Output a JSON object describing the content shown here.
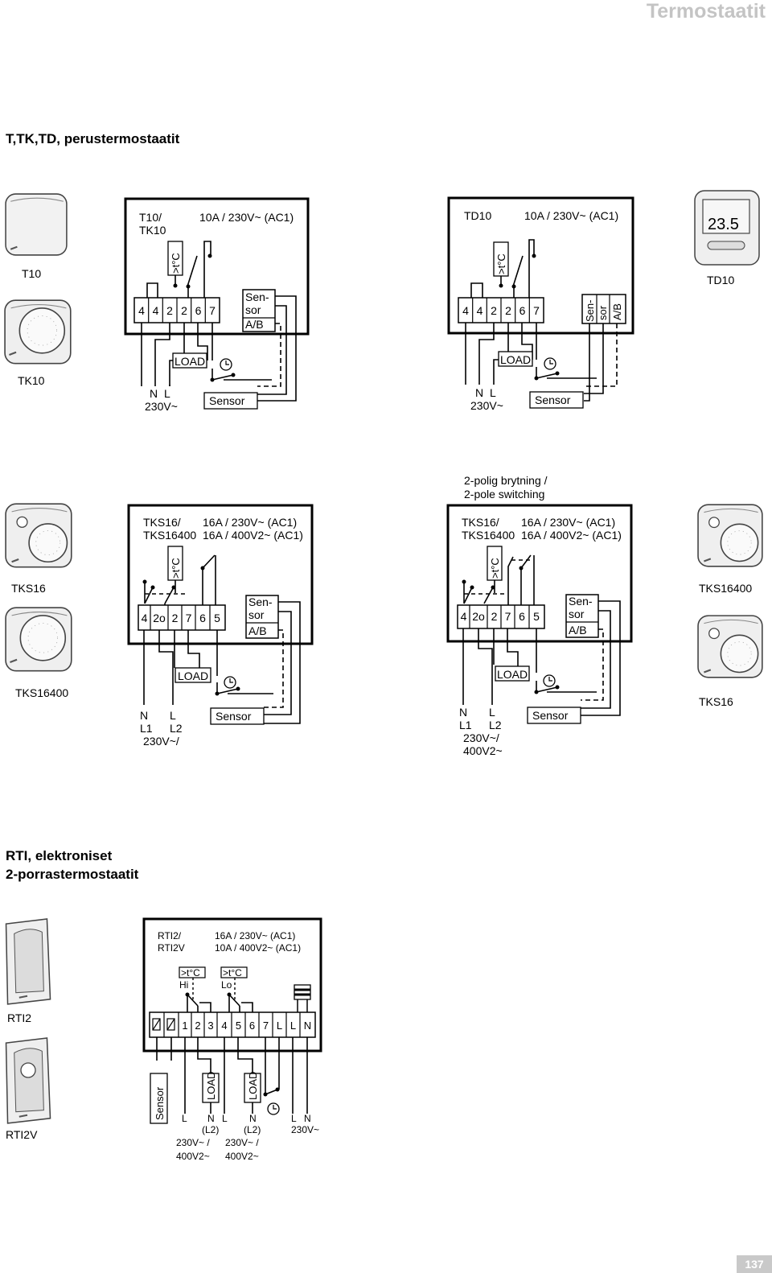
{
  "header": {
    "title": "Termostaatit"
  },
  "sections": {
    "basic": {
      "title": "T,TK,TD, perustermostaatit"
    },
    "rti": {
      "title_line1": "RTI, elektroniset",
      "title_line2": "2-porrastermostaatit"
    }
  },
  "common": {
    "t_symbol": ">t°C",
    "load": "LOAD",
    "sensor": "Sensor",
    "sen": "Sen-",
    "sor": "sor",
    "ab": "A/B",
    "n": "N",
    "l": "L",
    "l1": "L1",
    "l2": "L2",
    "v230": "230V~",
    "v230_slash": "230V~/",
    "v400": "400V2~"
  },
  "d1": {
    "model_line1": "T10/",
    "model_line2": "TK10",
    "rating": "10A / 230V~ (AC1)",
    "terminals": [
      "4",
      "4",
      "2",
      "2",
      "6",
      "7"
    ],
    "label_top": "T10",
    "label_bottom": "TK10"
  },
  "d2": {
    "model": "TD10",
    "rating": "10A / 230V~ (AC1)",
    "terminals": [
      "4",
      "4",
      "2",
      "2",
      "6",
      "7"
    ],
    "label": "TD10",
    "display": "23.5"
  },
  "d3": {
    "model_line1": "TKS16/",
    "model_line2": "TKS16400",
    "rating_line1": "16A / 230V~ (AC1)",
    "rating_line2": "16A / 400V2~ (AC1)",
    "terminals": [
      "4",
      "2o",
      "2",
      "7",
      "6",
      "5"
    ],
    "label_top": "TKS16",
    "label_bottom": "TKS16400"
  },
  "d4": {
    "note_line1": "2-polig brytning /",
    "note_line2": "2-pole switching",
    "model_line1": "TKS16/",
    "model_line2": "TKS16400",
    "rating_line1": "16A / 230V~ (AC1)",
    "rating_line2": "16A / 400V2~ (AC1)",
    "terminals": [
      "4",
      "2o",
      "2",
      "7",
      "6",
      "5"
    ],
    "label_top": "TKS16400",
    "label_bottom": "TKS16"
  },
  "d5": {
    "model_line1": "RTI2/",
    "model_line2": "RTI2V",
    "rating_line1": "16A / 230V~ (AC1)",
    "rating_line2": "10A / 400V2~ (AC1)",
    "hi": "Hi",
    "lo": "Lo",
    "t_symbol": ">t°C",
    "terminals": [
      "1",
      "2",
      "3",
      "4",
      "5",
      "6",
      "7",
      "L",
      "L",
      "N"
    ],
    "bottom_l": "L",
    "bottom_n": "N",
    "n_l2": "(L2)",
    "v230_slash": "230V~ /",
    "v400": "400V2~",
    "v230": "230V~",
    "label_top": "RTI2",
    "label_bottom": "RTI2V"
  },
  "footer": {
    "page_number": "137"
  }
}
